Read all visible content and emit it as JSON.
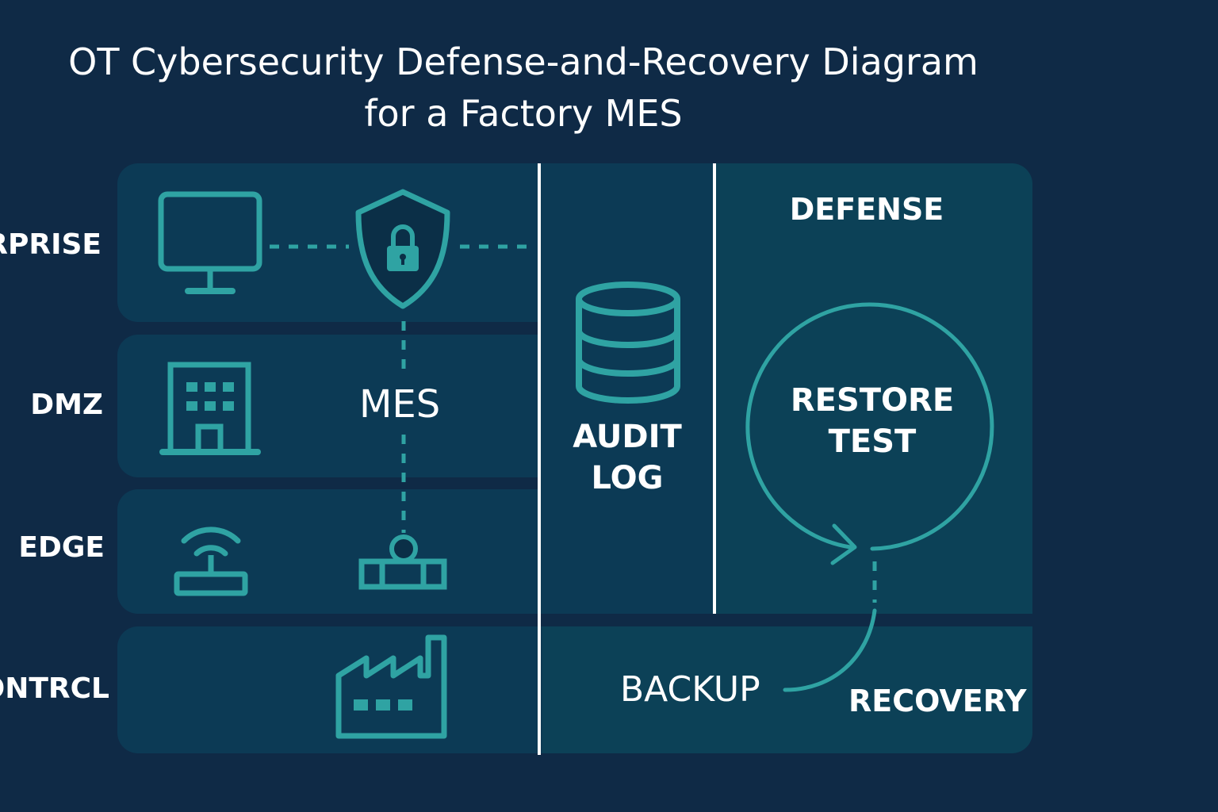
{
  "title": {
    "line1": "OT Cybersecurity Defense-and-Recovery Diagram",
    "line2": "for a Factory MES"
  },
  "rows": {
    "enterprise": "RPRISE",
    "dmz": "DMZ",
    "edge": "EDGE",
    "control": "ONTRCL"
  },
  "nodes": {
    "mes": "MES",
    "audit_line1": "AUDIT",
    "audit_line2": "LOG",
    "restore_line1": "RESTORE",
    "restore_line2": "TEST",
    "backup": "BACKUP"
  },
  "zones": {
    "defense": "DEFENSE",
    "recovery": "RECOVERY"
  },
  "icons": {
    "workstation": "monitor-icon",
    "firewall": "shield-lock-icon",
    "plant": "building-icon",
    "edge_gateway": "wifi-router-icon",
    "edge_device": "node-block-icon",
    "factory": "factory-icon",
    "database": "database-icon"
  },
  "colors": {
    "background": "#0f2a46",
    "panel": "#0c3a55",
    "defense_panel": "#0c4157",
    "accent": "#2fa3a3",
    "text": "#ffffff"
  }
}
